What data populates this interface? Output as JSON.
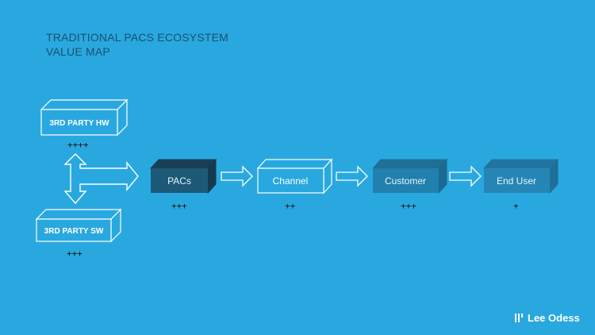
{
  "title": {
    "line1": "TRADITIONAL PACS ECOSYSTEM",
    "line2": "VALUE MAP"
  },
  "nodes": {
    "hw": {
      "label": "3RD PARTY HW",
      "value": "++++"
    },
    "sw": {
      "label": "3RD PARTY SW",
      "value": "+++"
    },
    "pacs": {
      "label": "PACs",
      "value": "+++"
    },
    "channel": {
      "label": "Channel",
      "value": "++"
    },
    "customer": {
      "label": "Customer",
      "value": "+++"
    },
    "enduser": {
      "label": "End User",
      "value": "+"
    }
  },
  "logo": {
    "text": "Lee Odess"
  },
  "colors": {
    "background": "#29a8e0",
    "pacs": "#1d5a78",
    "customer": "#2180ad",
    "enduser": "#2586b6",
    "outline": "#ffffff",
    "title": "#1b4f6e"
  }
}
